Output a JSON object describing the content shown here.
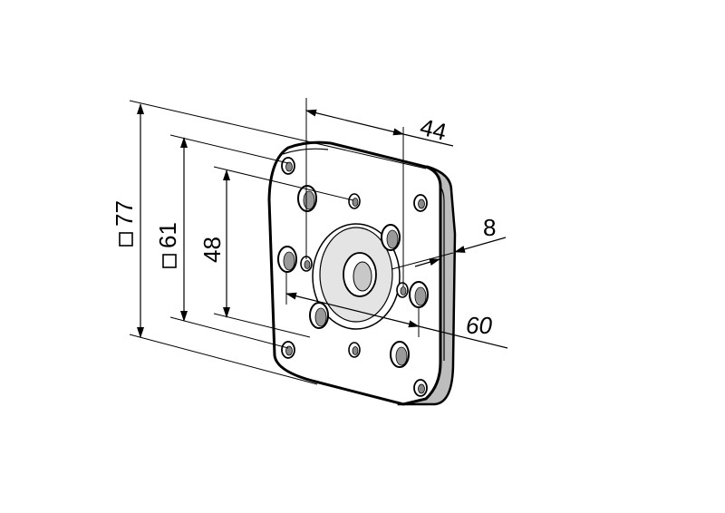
{
  "dimensions": {
    "sq77": "77",
    "sq61": "61",
    "d48": "48",
    "d44": "44",
    "d8": "8",
    "d60": "60"
  },
  "colors": {
    "line": "#000000",
    "edge_fill": "#bdbdbd",
    "bore_fill": "#c8c8c8",
    "background": "#ffffff"
  }
}
